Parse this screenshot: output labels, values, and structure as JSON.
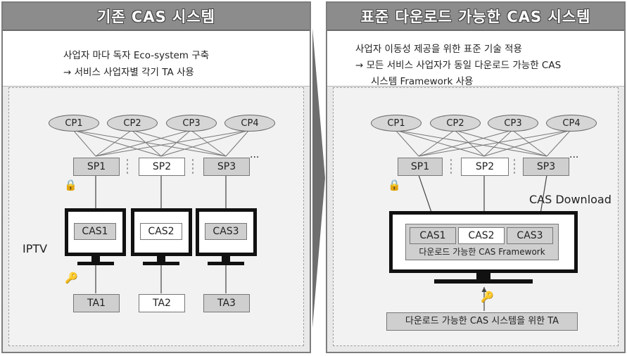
{
  "left": {
    "title": "기존 CAS 시스템",
    "desc_line1": "사업자 마다 독자 Eco-system 구축",
    "desc_line2": "→ 서비스 사업자별 각기 TA 사용",
    "cps": [
      "CP1",
      "CP2",
      "CP3",
      "CP4"
    ],
    "sps": [
      "SP1",
      "SP2",
      "SP3"
    ],
    "ellipsis": "...",
    "cas": [
      "CAS1",
      "CAS2",
      "CAS3"
    ],
    "tas": [
      "TA1",
      "TA2",
      "TA3"
    ],
    "iptv_label": "IPTV"
  },
  "right": {
    "title": "표준 다운로드 가능한 CAS 시스템",
    "desc_line1": "사업자 이동성 제공을 위한 표준 기술 적용",
    "desc_line2": "→ 모든 서비스 사업자가 동일 다운로드 가능한 CAS",
    "desc_line3": "시스템 Framework 사용",
    "cps": [
      "CP1",
      "CP2",
      "CP3",
      "CP4"
    ],
    "sps": [
      "SP1",
      "SP2",
      "SP3"
    ],
    "ellipsis": "...",
    "cas_download_label": "CAS Download",
    "cas": [
      "CAS1",
      "CAS2",
      "CAS3"
    ],
    "framework_label": "다운로드 가능한 CAS Framework",
    "ta_label": "다운로드 가능한 CAS 시스템을 위한 TA"
  },
  "icons": [
    "lock-icon",
    "key-icon",
    "chevron-right-arrow-icon"
  ]
}
